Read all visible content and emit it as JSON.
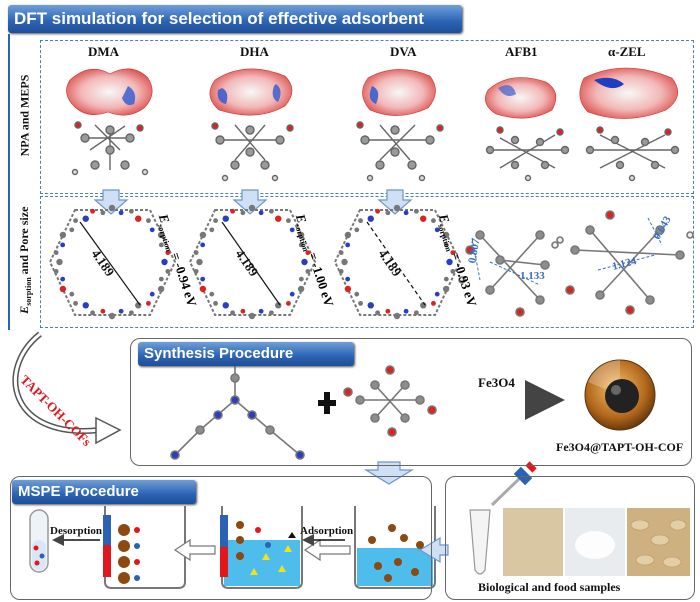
{
  "title": "DFT simulation for selection of effective adsorbent",
  "section_labels": {
    "npa_meps": "NPA and MEPS",
    "esorption_prefix": "E",
    "esorption_sub": "sorption",
    "esorption_suffix": " and Pore size"
  },
  "molecules": [
    {
      "name": "DMA"
    },
    {
      "name": "DHA"
    },
    {
      "name": "DVA"
    },
    {
      "name": "AFB1"
    },
    {
      "name": "α-ZEL"
    }
  ],
  "pore": [
    {
      "size": "4.189",
      "e_prefix": "E",
      "e_sub": "sorption",
      "e_value": " = -0.94 eV"
    },
    {
      "size": "4.189",
      "e_prefix": "E",
      "e_sub": "sorption",
      "e_value": " = -1.00 eV"
    },
    {
      "size": "4.189",
      "e_prefix": "E",
      "e_sub": "sorption",
      "e_value": " = -0.93 eV"
    }
  ],
  "toxin_dims": {
    "afb1_a": "0.807",
    "afb1_b": "1.133",
    "zel_a": "0.643",
    "zel_b": "1.124"
  },
  "synthesis": {
    "title": "Synthesis Procedure",
    "side_label": "TAPT-OH-COFs",
    "reagent": "Fe3O4",
    "product": "Fe3O4@TAPT-OH-COF"
  },
  "mspe": {
    "title": "MSPE Procedure",
    "desorption": "Desorption",
    "adsorption": "Adsorption",
    "samples": "Biological and food samples"
  },
  "colors": {
    "banner": "#2b63b4",
    "accent_red": "#e3161b",
    "dim_blue": "#3a6fc0",
    "water": "#2fb2e8"
  }
}
